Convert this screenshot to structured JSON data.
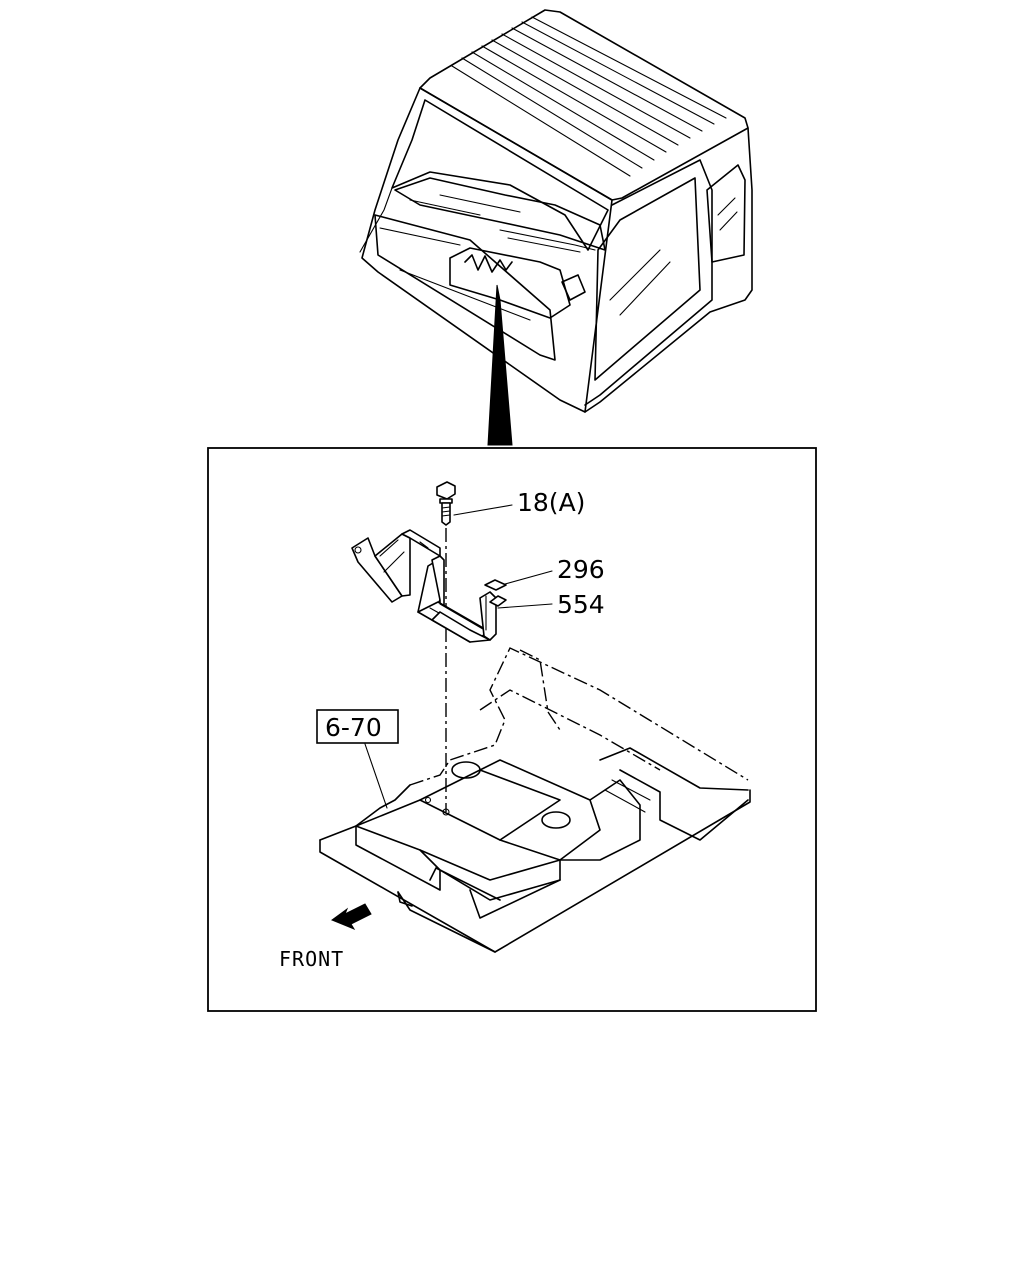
{
  "callouts": {
    "bolt": "18(A)",
    "part_296": "296",
    "part_554": "554",
    "reference": "6-70"
  },
  "direction": {
    "label": "FRONT",
    "icon": "front-arrow-icon"
  }
}
